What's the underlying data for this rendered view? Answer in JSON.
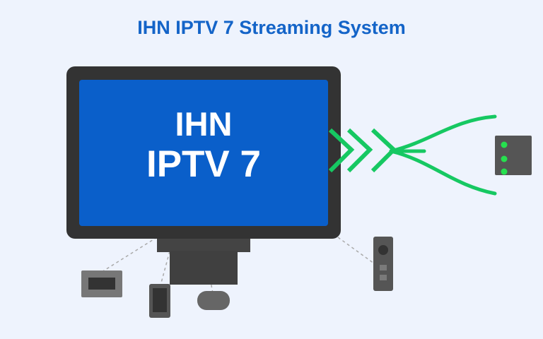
{
  "title": "IHN IPTV 7 Streaming System",
  "screen": {
    "line1": "IHN",
    "line2": "IPTV 7"
  },
  "colors": {
    "background": "#eef3fd",
    "title": "#1464c8",
    "tv_frame": "#333333",
    "tv_screen": "#0a5fca",
    "screen_text": "#ffffff",
    "signal": "#16c862",
    "device": "#555555",
    "device_light": "#26e04e",
    "connector": "#aaaaaa"
  },
  "icons": {
    "signal": "double-chevron-wifi-icon",
    "router": "router-icon",
    "remote": "remote-control-icon",
    "set_top_box": "set-top-box-icon",
    "phone": "smartphone-icon",
    "gamepad": "gamepad-icon"
  }
}
